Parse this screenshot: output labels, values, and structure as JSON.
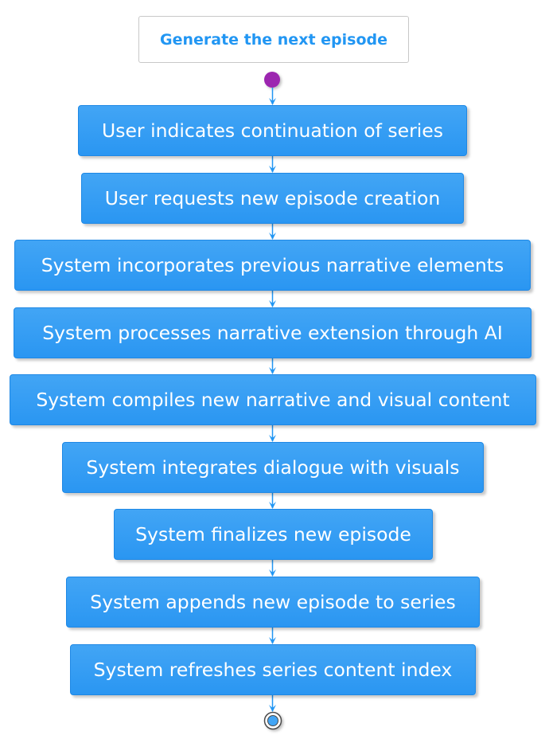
{
  "diagram": {
    "title": "Generate the next episode",
    "steps": [
      "User indicates continuation of series",
      "User requests new episode creation",
      "System incorporates previous narrative elements",
      "System processes narrative extension through AI",
      "System compiles new narrative and visual content",
      "System integrates dialogue with visuals",
      "System finalizes new episode",
      "System appends new episode to series",
      "System refreshes series content index"
    ]
  },
  "colors": {
    "accent": "#2196f3",
    "node_fill": "#42a5f5",
    "start_node": "#9c27b0",
    "arrow": "#2196f3"
  }
}
